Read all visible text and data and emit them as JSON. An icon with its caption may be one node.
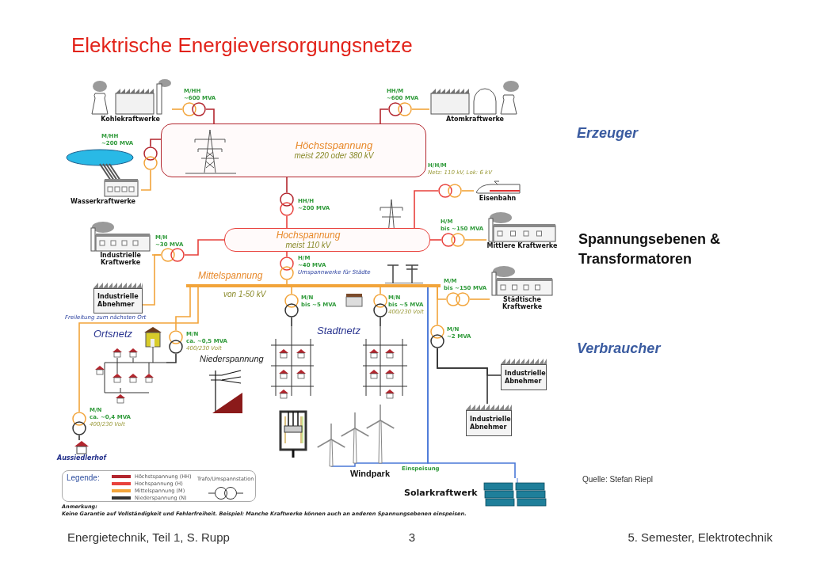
{
  "diagram": {
    "title": "Elektrische Energieversorgungsnetze",
    "nodes": [
      {
        "text": [
          "Kohlekraftwerke"
        ]
      },
      {
        "text": [],
        "shape": "circle",
        "beside": [
          "M/HH",
          "~600 MVA"
        ]
      },
      {
        "text": [
          "Atomkraftwerke"
        ]
      },
      {
        "text": [],
        "shape": "circle",
        "beside": [
          "HH/M",
          "~600 MVA"
        ]
      },
      {
        "text": [
          "Höchstspannung",
          "meist 220 oder 380 kV"
        ]
      },
      {
        "text": [
          "Wasserkraftwerke"
        ]
      },
      {
        "text": [],
        "shape": "circle",
        "beside": [
          "M/HH",
          "~200 MVA"
        ]
      },
      {
        "text": [],
        "shape": "circle",
        "beside": [
          "HH/H",
          "~200 MVA"
        ]
      },
      {
        "text": [
          "Eisenbahn"
        ]
      },
      {
        "text": [],
        "shape": "circle",
        "beside": [
          "H/H/M",
          "Netz: 110 kV, Lok: 6 kV"
        ]
      },
      {
        "text": [
          "Hochspannung",
          "meist 110 kV"
        ]
      },
      {
        "text": [
          "Industrielle Kraftwerke"
        ]
      },
      {
        "text": [],
        "shape": "circle",
        "beside": [
          "M/H",
          "~30 MVA"
        ]
      },
      {
        "text": [
          "Mittlere Kraftwerke"
        ]
      },
      {
        "text": [],
        "shape": "circle",
        "beside": [
          "H/M",
          "bis ~150 MVA"
        ]
      },
      {
        "text": [],
        "shape": "circle",
        "beside": [
          "H/M",
          "~40 MVA",
          "Umspannwerke für Städte"
        ]
      },
      {
        "text": [
          "Industrielle Abnehmer"
        ]
      },
      {
        "text": [],
        "shape": "bar",
        "beside": [
          "Mittelspannung",
          "von 1-50 kV"
        ]
      },
      {
        "text": [
          "Städtische Kraftwerke"
        ]
      },
      {
        "text": [],
        "shape": "circle",
        "beside": [
          "M/M",
          "bis ~150 MVA"
        ]
      },
      {
        "text": [
          "Ortsnetz"
        ]
      },
      {
        "text": [],
        "shape": "circle",
        "beside": [
          "M/N",
          "ca. ~0,5 MVA",
          "400/230 Volt"
        ]
      },
      {
        "text": [],
        "shape": "circle",
        "beside": [
          "M/N",
          "bis ~5 MVA"
        ]
      },
      {
        "text": [],
        "shape": "circle",
        "beside": [
          "M/N",
          "bis ~5 MVA",
          "400/230 Volt"
        ]
      },
      {
        "text": [
          "Stadtnetz"
        ]
      },
      {
        "text": [],
        "shape": "circle",
        "beside": [
          "M/N",
          "~2 MVA"
        ]
      },
      {
        "text": [
          "Industrielle Abnehmer"
        ]
      },
      {
        "text": [
          "Industrielle Abnehmer"
        ]
      },
      {
        "text": [],
        "shape": "circle",
        "beside": [
          "M/N",
          "ca. ~0,4 MVA",
          "400/230 Volt"
        ]
      },
      {
        "text": [
          "Aussiedlerhof"
        ]
      },
      {
        "text": [
          "Windpark"
        ]
      },
      {
        "text": [
          "Solarkraftwerk"
        ]
      }
    ],
    "edges": [
      {
        "from": 0,
        "to": 1,
        "arrow": "none"
      },
      {
        "from": 1,
        "to": 4,
        "arrow": "none",
        "color": "#b3262e"
      },
      {
        "from": 3,
        "to": 4,
        "arrow": "none",
        "color": "#b3262e"
      },
      {
        "from": 2,
        "to": 3,
        "arrow": "none"
      },
      {
        "from": 5,
        "to": 6,
        "arrow": "none"
      },
      {
        "from": 6,
        "to": 4,
        "arrow": "none",
        "color": "#b3262e"
      },
      {
        "from": 4,
        "to": 7,
        "arrow": "none",
        "color": "#b3262e"
      },
      {
        "from": 7,
        "to": 10,
        "arrow": "none",
        "color": "#e8413c"
      },
      {
        "from": 10,
        "to": 9,
        "arrow": "none",
        "color": "#e8413c"
      },
      {
        "from": 9,
        "to": 8,
        "arrow": "none"
      },
      {
        "from": 11,
        "to": 12,
        "arrow": "none"
      },
      {
        "from": 12,
        "to": 10,
        "arrow": "none",
        "color": "#e8413c"
      },
      {
        "from": 16,
        "to": 12,
        "arrow": "none"
      },
      {
        "from": 10,
        "to": 14,
        "arrow": "none",
        "color": "#e8413c"
      },
      {
        "from": 14,
        "to": 13,
        "arrow": "none"
      },
      {
        "from": 10,
        "to": 15,
        "arrow": "none",
        "color": "#e8413c"
      },
      {
        "from": 15,
        "to": 17,
        "arrow": "none"
      },
      {
        "from": 17,
        "to": 19,
        "arrow": "none"
      },
      {
        "from": 19,
        "to": 18,
        "arrow": "none"
      },
      {
        "from": 17,
        "to": 21,
        "arrow": "none"
      },
      {
        "from": 21,
        "to": 20,
        "arrow": "none",
        "color": "#333333"
      },
      {
        "from": 17,
        "to": 28,
        "arrow": "none",
        "label": "Freileitung zum nächsten Ort"
      },
      {
        "from": 28,
        "to": 29,
        "arrow": "none",
        "color": "#333333"
      },
      {
        "from": 17,
        "to": 22,
        "arrow": "none"
      },
      {
        "from": 17,
        "to": 23,
        "arrow": "none"
      },
      {
        "from": 22,
        "to": 24,
        "arrow": "none",
        "color": "#333333"
      },
      {
        "from": 23,
        "to": 24,
        "arrow": "none",
        "color": "#333333"
      },
      {
        "from": 17,
        "to": 25,
        "arrow": "none"
      },
      {
        "from": 25,
        "to": 26,
        "arrow": "none",
        "color": "#333333"
      },
      {
        "from": 25,
        "to": 27,
        "arrow": "none",
        "color": "#333333"
      },
      {
        "from": 30,
        "to": 17,
        "arrow": "none",
        "label": "Einspeisung",
        "color": "#4a78d8"
      },
      {
        "from": 31,
        "to": 17,
        "arrow": "none",
        "color": "#4a78d8"
      }
    ],
    "labels": [
      "Niederspannung",
      "Legende:",
      "Anmerkung:",
      "Keine Garantie auf Vollständigkeit und Fehlerfreiheit. Beispiel: Manche Kraftwerke können auch an anderen Spannungsebenen einspeisen.",
      "Erzeuger",
      "Spannungsebenen & Transformatoren",
      "Verbraucher",
      "Quelle: Stefan Riepl",
      "Energietechnik, Teil 1, S. Rupp",
      "3",
      "5. Semester, Elektrotechnik"
    ],
    "legend": [
      {
        "text": "Höchstspannung (HH)",
        "color": "#b3262e"
      },
      {
        "text": "Hochspannung (H)",
        "color": "#e8413c"
      },
      {
        "text": "Mittelspannung (M)",
        "color": "#f2a43a"
      },
      {
        "text": "Niederspannung (N)",
        "color": "#333333"
      },
      {
        "text": "Trafo/Umspannstation"
      }
    ]
  }
}
